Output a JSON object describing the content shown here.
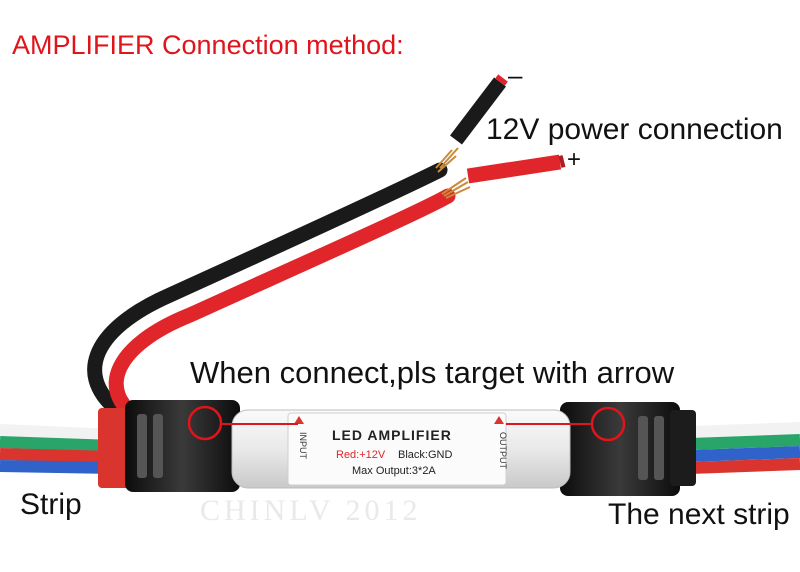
{
  "title": "AMPLIFIER Connection method:",
  "power": {
    "label": "12V power connection",
    "minus": "–",
    "plus": "+"
  },
  "instruction": "When connect,pls target with arrow",
  "left_label": "Strip",
  "right_label": "The next strip",
  "module": {
    "name": "LED AMPLIFIER",
    "red_wire": "Red:+12V",
    "black_wire": "Black:GND",
    "max_output": "Max Output:3*2A",
    "input_port": "INPUT",
    "output_port": "OUTPUT"
  },
  "watermark": "CHINLV 2012",
  "colors": {
    "title": "#e0141b",
    "wire_red": "#e0262b",
    "wire_black": "#1a1a1a",
    "strip_blue": "#2f63c9",
    "strip_green": "#2aa56a",
    "strip_red": "#d9342e",
    "connector": "#1c1c1c",
    "marker": "#e0141b"
  }
}
